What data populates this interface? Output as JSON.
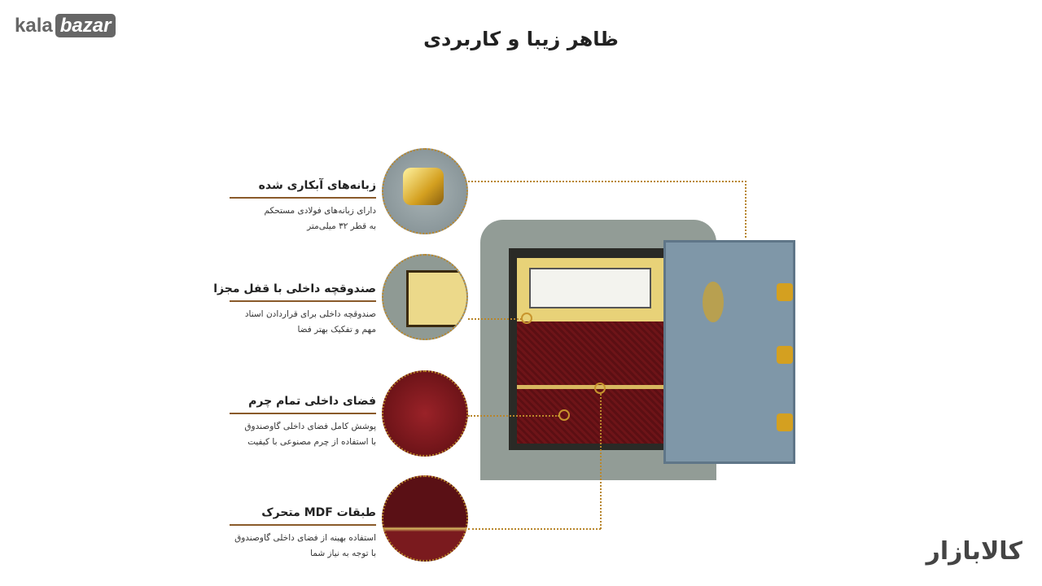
{
  "brand": {
    "logo_left_a": "kala",
    "logo_left_b": "bazar",
    "logo_right": "کالابازار"
  },
  "title": "ظاهر زیبا و کاربردی",
  "features": [
    {
      "heading": "زبانه‌های آبکاری شده",
      "lines": [
        "دارای زبانه‌های فولادی مستحکم",
        "به قطر ۳۲ میلی‌متر"
      ]
    },
    {
      "heading": "صندوقچه داخلی با قفل مجزا",
      "lines": [
        "صندوقچه داخلی برای قراردادن اسناد",
        "مهم و تفکیک بهتر فضا"
      ]
    },
    {
      "heading": "فضای داخلی تمام چرم",
      "lines": [
        "پوشش کامل فضای داخلی گاوصندوق",
        "با استفاده از چرم مصنوعی با کیفیت"
      ]
    },
    {
      "heading": "طبقات MDF متحرک",
      "lines": [
        "استفاده بهینه از فضای داخلی گاوصندوق",
        "با توجه به نیاز شما"
      ]
    }
  ],
  "colors": {
    "accent": "#b8862b",
    "safe_body": "#929c96",
    "door": "#7f97a8",
    "leather": "#6e1418",
    "gold": "#e0c060"
  }
}
